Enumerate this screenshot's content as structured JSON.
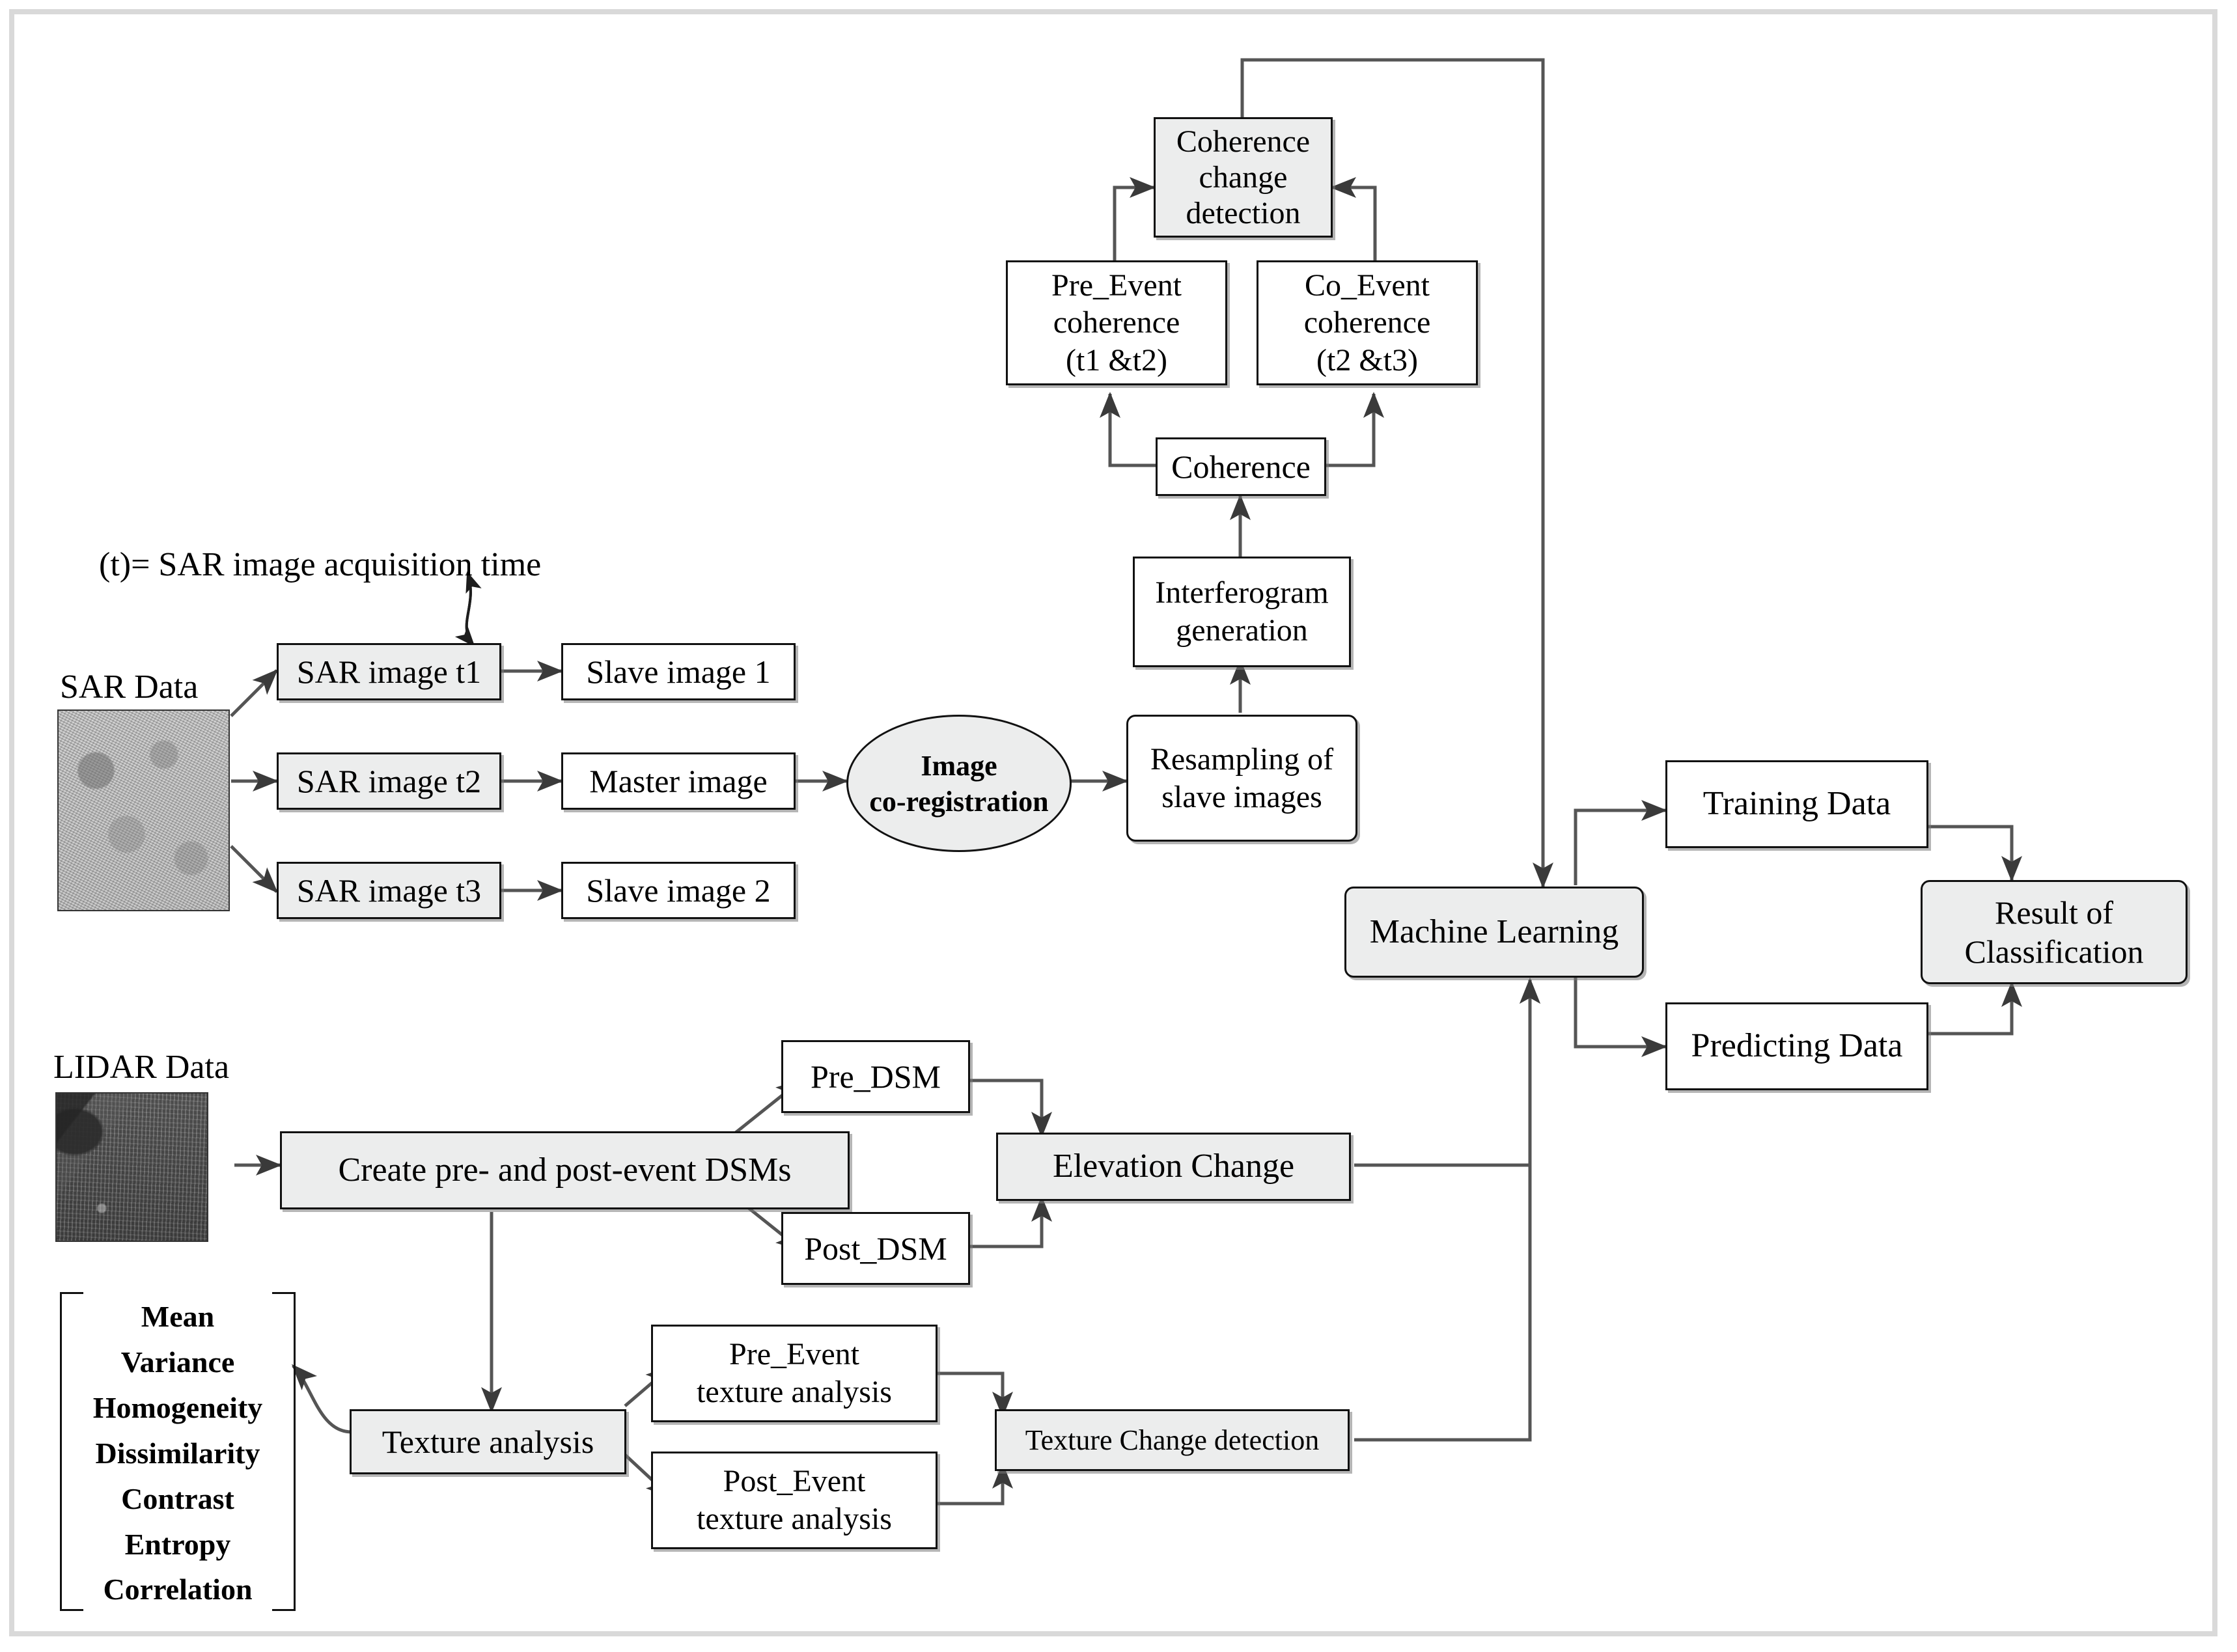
{
  "diagram": {
    "title": "SAR and LIDAR change detection and machine learning classification workflow",
    "legend": "(t)= SAR image acquisition time",
    "sources": {
      "sar_label": "SAR Data",
      "lidar_label": "LIDAR Data",
      "sar_thumb_name": "sar-speckle-image",
      "lidar_thumb_name": "lidar-aerial-image"
    },
    "sar_branch": {
      "images": [
        "SAR image t1",
        "SAR image t2",
        "SAR image t3"
      ],
      "roles": [
        "Slave image 1",
        "Master image",
        "Slave image 2"
      ],
      "coregistration": "Image\nco-registration",
      "coregistration_line1": "Image",
      "coregistration_line2": "co-registration",
      "resampling_line1": "Resampling of",
      "resampling_line2": "slave images",
      "interferogram_line1": "Interferogram",
      "interferogram_line2": "generation",
      "coherence": "Coherence",
      "pre_event_coherence": [
        "Pre_Event",
        "coherence",
        "(t1 &t2)"
      ],
      "co_event_coherence": [
        "Co_Event",
        "coherence",
        "(t2 &t3)"
      ],
      "coherence_change": [
        "Coherence",
        "change",
        "detection"
      ]
    },
    "lidar_branch": {
      "create_dsm": "Create pre- and post-event DSMs",
      "pre_dsm": "Pre_DSM",
      "post_dsm": "Post_DSM",
      "elevation_change": "Elevation Change",
      "texture_analysis": "Texture analysis",
      "pre_event_texture": [
        "Pre_Event",
        "texture analysis"
      ],
      "post_event_texture": [
        "Post_Event",
        "texture analysis"
      ],
      "texture_change": "Texture Change detection",
      "texture_features": [
        "Mean",
        "Variance",
        "Homogeneity",
        "Dissimilarity",
        "Contrast",
        "Entropy",
        "Correlation"
      ]
    },
    "ml_branch": {
      "machine_learning": "Machine Learning",
      "training_data": "Training Data",
      "predicting_data": "Predicting Data",
      "result": [
        "Result of",
        "Classification"
      ]
    },
    "colors": {
      "shaded_fill": "#eceded",
      "stroke": "#111111",
      "frame": "#d9d9d9",
      "connector": "#555555"
    }
  }
}
